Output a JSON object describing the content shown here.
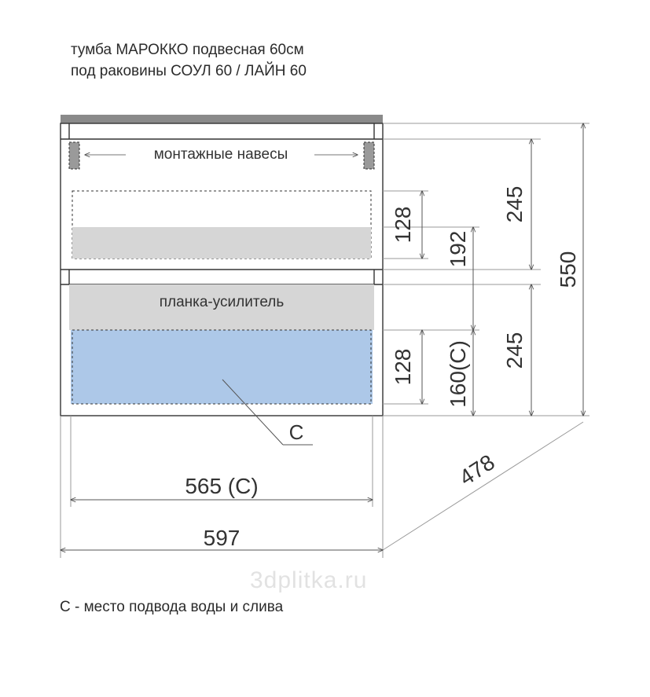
{
  "title": {
    "line1": "тумба МАРОККО подвесная 60см",
    "line2": "под раковины СОУЛ 60 / ЛАЙН 60"
  },
  "labels": {
    "mounts": "монтажные навесы",
    "rail": "планка-усилитель",
    "c_marker": "С"
  },
  "dimensions": {
    "d245_top": "245",
    "d128_top": "128",
    "d192": "192",
    "d550": "550",
    "d245_bottom": "245",
    "d128_bottom": "128",
    "d160c": "160(С)",
    "d565c": "565 (С)",
    "d597": "597",
    "d478": "478"
  },
  "legend": "С - место подвода воды и слива",
  "watermark": "3dplitka.ru",
  "colors": {
    "top_panel": "#8a8a8a",
    "gray_zone": "#d6d6d6",
    "blue_zone": "#adc8e8",
    "line": "#333333",
    "dim_line": "#777777"
  }
}
